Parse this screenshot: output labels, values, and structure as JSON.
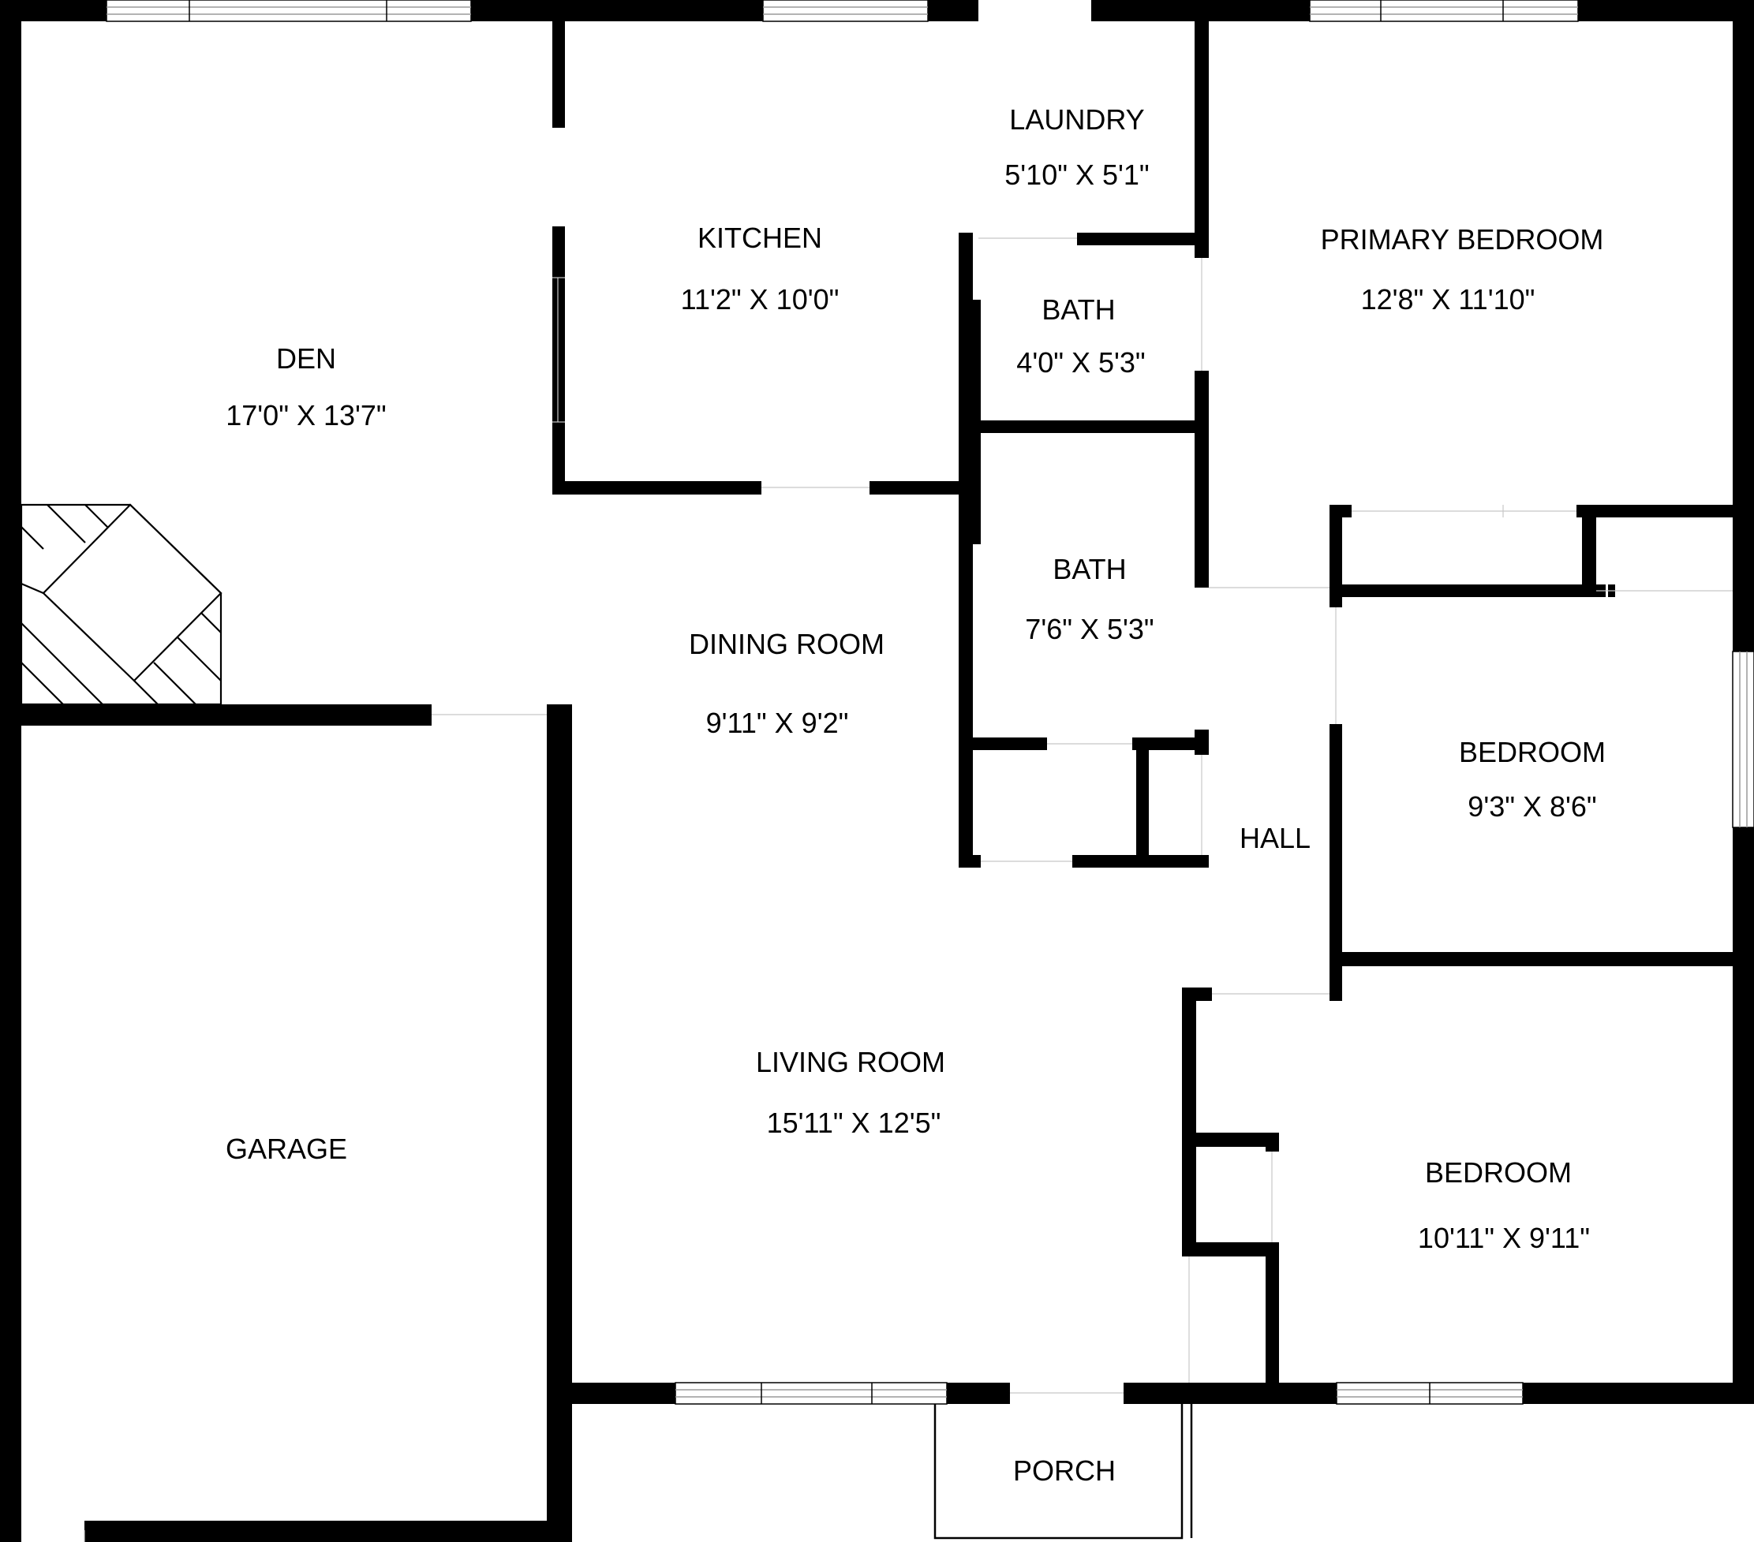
{
  "plan": {
    "rooms": [
      {
        "name": "DEN",
        "dims": "17'0\" X 13'7\""
      },
      {
        "name": "KITCHEN",
        "dims": "11'2\" X 10'0\""
      },
      {
        "name": "LAUNDRY",
        "dims": "5'10\" X 5'1\""
      },
      {
        "name": "PRIMARY BEDROOM",
        "dims": "12'8\" X 11'10\""
      },
      {
        "name": "BATH",
        "dims": "4'0\" X 5'3\""
      },
      {
        "name": "BATH",
        "dims": "7'6\" X 5'3\""
      },
      {
        "name": "DINING ROOM",
        "dims": "9'11\" X 9'2\""
      },
      {
        "name": "BEDROOM",
        "dims": "9'3\" X 8'6\""
      },
      {
        "name": "HALL",
        "dims": ""
      },
      {
        "name": "LIVING ROOM",
        "dims": "15'11\" X 12'5\""
      },
      {
        "name": "BEDROOM",
        "dims": "10'11\" X 9'11\""
      },
      {
        "name": "GARAGE",
        "dims": ""
      },
      {
        "name": "PORCH",
        "dims": ""
      }
    ],
    "colors": {
      "wall": "#000000",
      "background": "#ffffff",
      "window": "#9a9a9a"
    }
  }
}
